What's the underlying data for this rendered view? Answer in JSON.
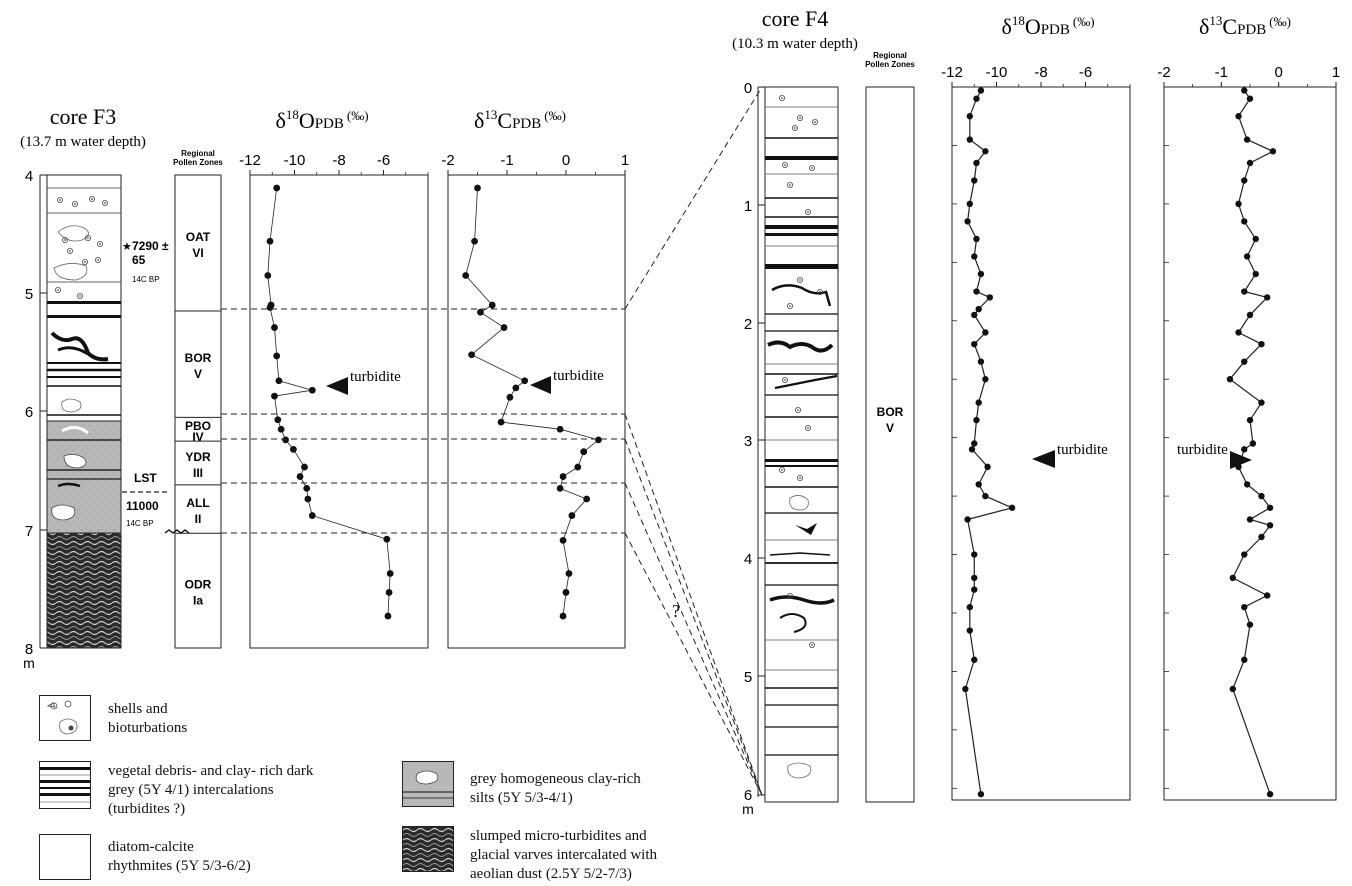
{
  "labels": {
    "zone_header_line1": "Regional",
    "zone_header_line2": "Pollen Zones",
    "depth_unit": "m",
    "turbidite": "turbidite",
    "c14_unit": "14C BP",
    "unknown": "?"
  },
  "core_f3": {
    "title": "core F3",
    "subtitle": "(13.7 m water depth)",
    "depth_ticks": [
      "4",
      "5",
      "6",
      "7",
      "8"
    ],
    "date_upper_value": "7290 ±",
    "date_upper_error": "65",
    "lst_label": "LST",
    "date_lower_value": "11000",
    "zones": [
      {
        "name": "OAT",
        "numeral": "VI",
        "top": 4.0,
        "bottom": 5.15
      },
      {
        "name": "BOR",
        "numeral": "V",
        "top": 5.15,
        "bottom": 6.05
      },
      {
        "name": "PBO",
        "numeral": "IV",
        "top": 6.05,
        "bottom": 6.25
      },
      {
        "name": "YDR",
        "numeral": "III",
        "top": 6.25,
        "bottom": 6.62
      },
      {
        "name": "ALL",
        "numeral": "II",
        "top": 6.62,
        "bottom": 7.03
      },
      {
        "name": "ODR",
        "numeral": "Ia",
        "top": 7.03,
        "bottom": 8.0
      }
    ]
  },
  "core_f4": {
    "title": "core F4",
    "subtitle": "(10.3 m water depth)",
    "depth_ticks": [
      "0",
      "1",
      "2",
      "3",
      "4",
      "5",
      "6"
    ],
    "zone": {
      "name": "BOR",
      "numeral": "V"
    }
  },
  "legend": {
    "shells": "shells and|bioturbations",
    "vegetal": "vegetal debris- and clay- rich dark|grey  (5Y 4/1) intercalations|(turbidites ?)",
    "diatom": "diatom-calcite|rhythmites (5Y 5/3-6/2)",
    "grey": "grey homogeneous clay-rich|silts (5Y 5/3-4/1)",
    "slumped": "slumped micro-turbidites and|glacial varves intercalated with|aeolian dust (2.5Y 5/2-7/3)"
  },
  "chart_data": [
    {
      "type": "line",
      "title": "δ18O PDB (‰)",
      "title_main": "δ",
      "title_sup": "18",
      "title_element": "O",
      "title_sub": "PDB",
      "title_unit": "(‰)",
      "axis": "x-top",
      "xlim": [
        -12,
        -4
      ],
      "ylim": [
        4,
        8
      ],
      "xticks": [
        "-12",
        "-10",
        "-8",
        "-6"
      ],
      "series": [
        {
          "x": [
            -10.8,
            -11.1,
            -11.2,
            -11.05,
            -11.1,
            -10.9,
            -10.8,
            -10.7,
            -9.2,
            -10.9,
            -10.75,
            -10.6,
            -10.4,
            -10.05,
            -9.55,
            -9.75,
            -9.45,
            -9.4,
            -9.2,
            -5.85,
            -5.7,
            -5.75,
            -5.8
          ],
          "y": [
            4.11,
            4.56,
            4.85,
            5.1,
            5.12,
            5.29,
            5.53,
            5.74,
            5.82,
            5.87,
            6.07,
            6.15,
            6.24,
            6.32,
            6.47,
            6.55,
            6.65,
            6.74,
            6.88,
            7.08,
            7.37,
            7.53,
            7.73
          ]
        }
      ]
    },
    {
      "type": "line",
      "title": "δ13C PDB (‰)",
      "title_main": "δ",
      "title_sup": "13",
      "title_element": "C",
      "title_sub": "PDB",
      "title_unit": "(‰)",
      "axis": "x-top",
      "xlim": [
        -2,
        1
      ],
      "ylim": [
        4,
        8
      ],
      "xticks": [
        "-2",
        "-1",
        "0",
        "1"
      ],
      "series": [
        {
          "x": [
            -1.5,
            -1.55,
            -1.7,
            -1.25,
            -1.45,
            -1.05,
            -1.6,
            -0.7,
            -0.85,
            -0.95,
            -1.1,
            -0.1,
            0.55,
            0.3,
            0.2,
            -0.05,
            -0.1,
            0.35,
            0.1,
            -0.05,
            0.05,
            0.0,
            -0.05
          ],
          "y": [
            4.11,
            4.56,
            4.85,
            5.1,
            5.16,
            5.29,
            5.52,
            5.74,
            5.8,
            5.88,
            6.09,
            6.15,
            6.24,
            6.34,
            6.47,
            6.55,
            6.65,
            6.74,
            6.88,
            7.09,
            7.37,
            7.53,
            7.73
          ]
        }
      ]
    },
    {
      "type": "line",
      "title": "δ18O PDB (‰)",
      "title_main": "δ",
      "title_sup": "18",
      "title_element": "O",
      "title_sub": "PDB",
      "title_unit": "(‰)",
      "axis": "x-top",
      "xlim": [
        -12,
        -4
      ],
      "ylim": [
        0,
        6.1
      ],
      "xticks": [
        "-12",
        "-10",
        "-8",
        "-6"
      ],
      "series": [
        {
          "x": [
            -10.7,
            -10.9,
            -11.2,
            -11.2,
            -10.5,
            -10.9,
            -11.0,
            -11.2,
            -11.3,
            -10.9,
            -11.0,
            -10.7,
            -10.9,
            -10.3,
            -10.8,
            -11.0,
            -10.5,
            -11.0,
            -10.7,
            -10.5,
            -10.8,
            -10.9,
            -11.0,
            -11.1,
            -10.4,
            -10.8,
            -10.5,
            -9.3,
            -11.3,
            -11.0,
            -11.0,
            -11.0,
            -11.2,
            -11.2,
            -11.0,
            -11.4,
            -10.7
          ],
          "y": [
            0.03,
            0.1,
            0.25,
            0.45,
            0.55,
            0.65,
            0.8,
            1.0,
            1.15,
            1.3,
            1.45,
            1.6,
            1.75,
            1.8,
            1.9,
            1.95,
            2.1,
            2.2,
            2.35,
            2.5,
            2.7,
            2.85,
            3.05,
            3.1,
            3.25,
            3.4,
            3.5,
            3.6,
            3.7,
            4.0,
            4.2,
            4.3,
            4.45,
            4.65,
            4.9,
            5.15,
            6.05
          ]
        }
      ]
    },
    {
      "type": "line",
      "title": "δ13C PDB (‰)",
      "title_main": "δ",
      "title_sup": "13",
      "title_element": "C",
      "title_sub": "PDB",
      "title_unit": "(‰)",
      "axis": "x-top",
      "xlim": [
        -2,
        1
      ],
      "ylim": [
        0,
        6.1
      ],
      "xticks": [
        "-2",
        "-1",
        "0",
        "1"
      ],
      "series": [
        {
          "x": [
            -0.6,
            -0.5,
            -0.7,
            -0.55,
            -0.1,
            -0.5,
            -0.6,
            -0.7,
            -0.6,
            -0.4,
            -0.55,
            -0.4,
            -0.6,
            -0.2,
            -0.5,
            -0.7,
            -0.3,
            -0.6,
            -0.85,
            -0.3,
            -0.5,
            -0.45,
            -0.6,
            -0.7,
            -0.55,
            -0.3,
            -0.15,
            -0.5,
            -0.15,
            -0.3,
            -0.6,
            -0.8,
            -0.2,
            -0.6,
            -0.5,
            -0.6,
            -0.8,
            -0.15
          ],
          "y": [
            0.03,
            0.1,
            0.25,
            0.45,
            0.55,
            0.65,
            0.8,
            1.0,
            1.15,
            1.3,
            1.45,
            1.6,
            1.75,
            1.8,
            1.95,
            2.1,
            2.2,
            2.35,
            2.5,
            2.7,
            2.85,
            3.05,
            3.1,
            3.25,
            3.4,
            3.5,
            3.6,
            3.7,
            3.75,
            3.85,
            4.0,
            4.2,
            4.35,
            4.45,
            4.6,
            4.9,
            5.15,
            6.05
          ]
        }
      ]
    }
  ]
}
